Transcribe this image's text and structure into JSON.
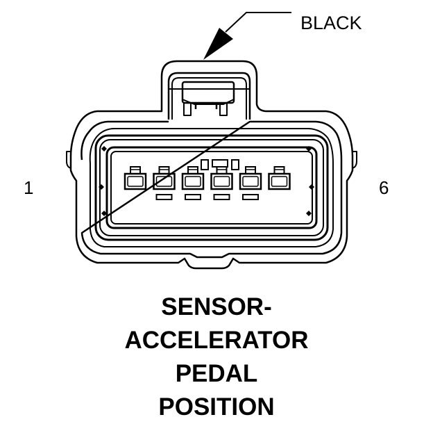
{
  "callout": {
    "label": "BLACK",
    "target": "connector-latch"
  },
  "connector": {
    "pin_count": 6,
    "pin_labels": {
      "first": "1",
      "last": "6"
    },
    "color_hex": "#000000"
  },
  "title": {
    "lines": [
      "SENSOR-",
      "ACCELERATOR",
      "PEDAL",
      "POSITION"
    ]
  }
}
